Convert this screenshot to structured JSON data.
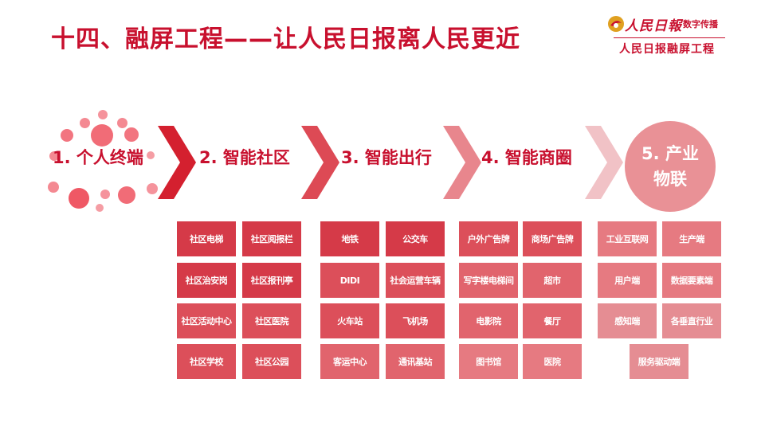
{
  "title": "十四、融屏工程——让人民日报离人民更近",
  "brand": {
    "logo_text": "人民日報",
    "sub_label": "数字传播",
    "project_label": "人民日报融屏工程",
    "logo_icon": "people-daily-logo-icon"
  },
  "colors": {
    "accent": "#c8102e",
    "tile_col_1": "#d53a48",
    "tile_col_2": "#dc4f5a",
    "tile_col_3": "#e1646d",
    "tile_col_4": "#e67a81",
    "tile_col_5": "#e58d93"
  },
  "stages": [
    {
      "label": "1. 个人终端"
    },
    {
      "label": "2. 智能社区"
    },
    {
      "label": "3. 智能出行"
    },
    {
      "label": "4. 智能商圈"
    },
    {
      "label_line1": "5. 产业",
      "label_line2": "物联"
    }
  ],
  "groups": {
    "community": [
      "社区电梯",
      "社区阅报栏",
      "社区治安岗",
      "社区报刊亭",
      "社区活动中心",
      "社区医院",
      "社区学校",
      "社区公园"
    ],
    "travel": [
      "地铁",
      "公交车",
      "DIDI",
      "社会运营车辆",
      "火车站",
      "飞机场",
      "客运中心",
      "通讯基站"
    ],
    "commerce": [
      "户外广告牌",
      "商场广告牌",
      "写字楼电梯间",
      "超市",
      "电影院",
      "餐厅",
      "图书馆",
      "医院"
    ],
    "industry": [
      "工业互联网",
      "生产端",
      "用户端",
      "数据要素端",
      "感知端",
      "各垂直行业",
      "服务驱动端"
    ]
  }
}
